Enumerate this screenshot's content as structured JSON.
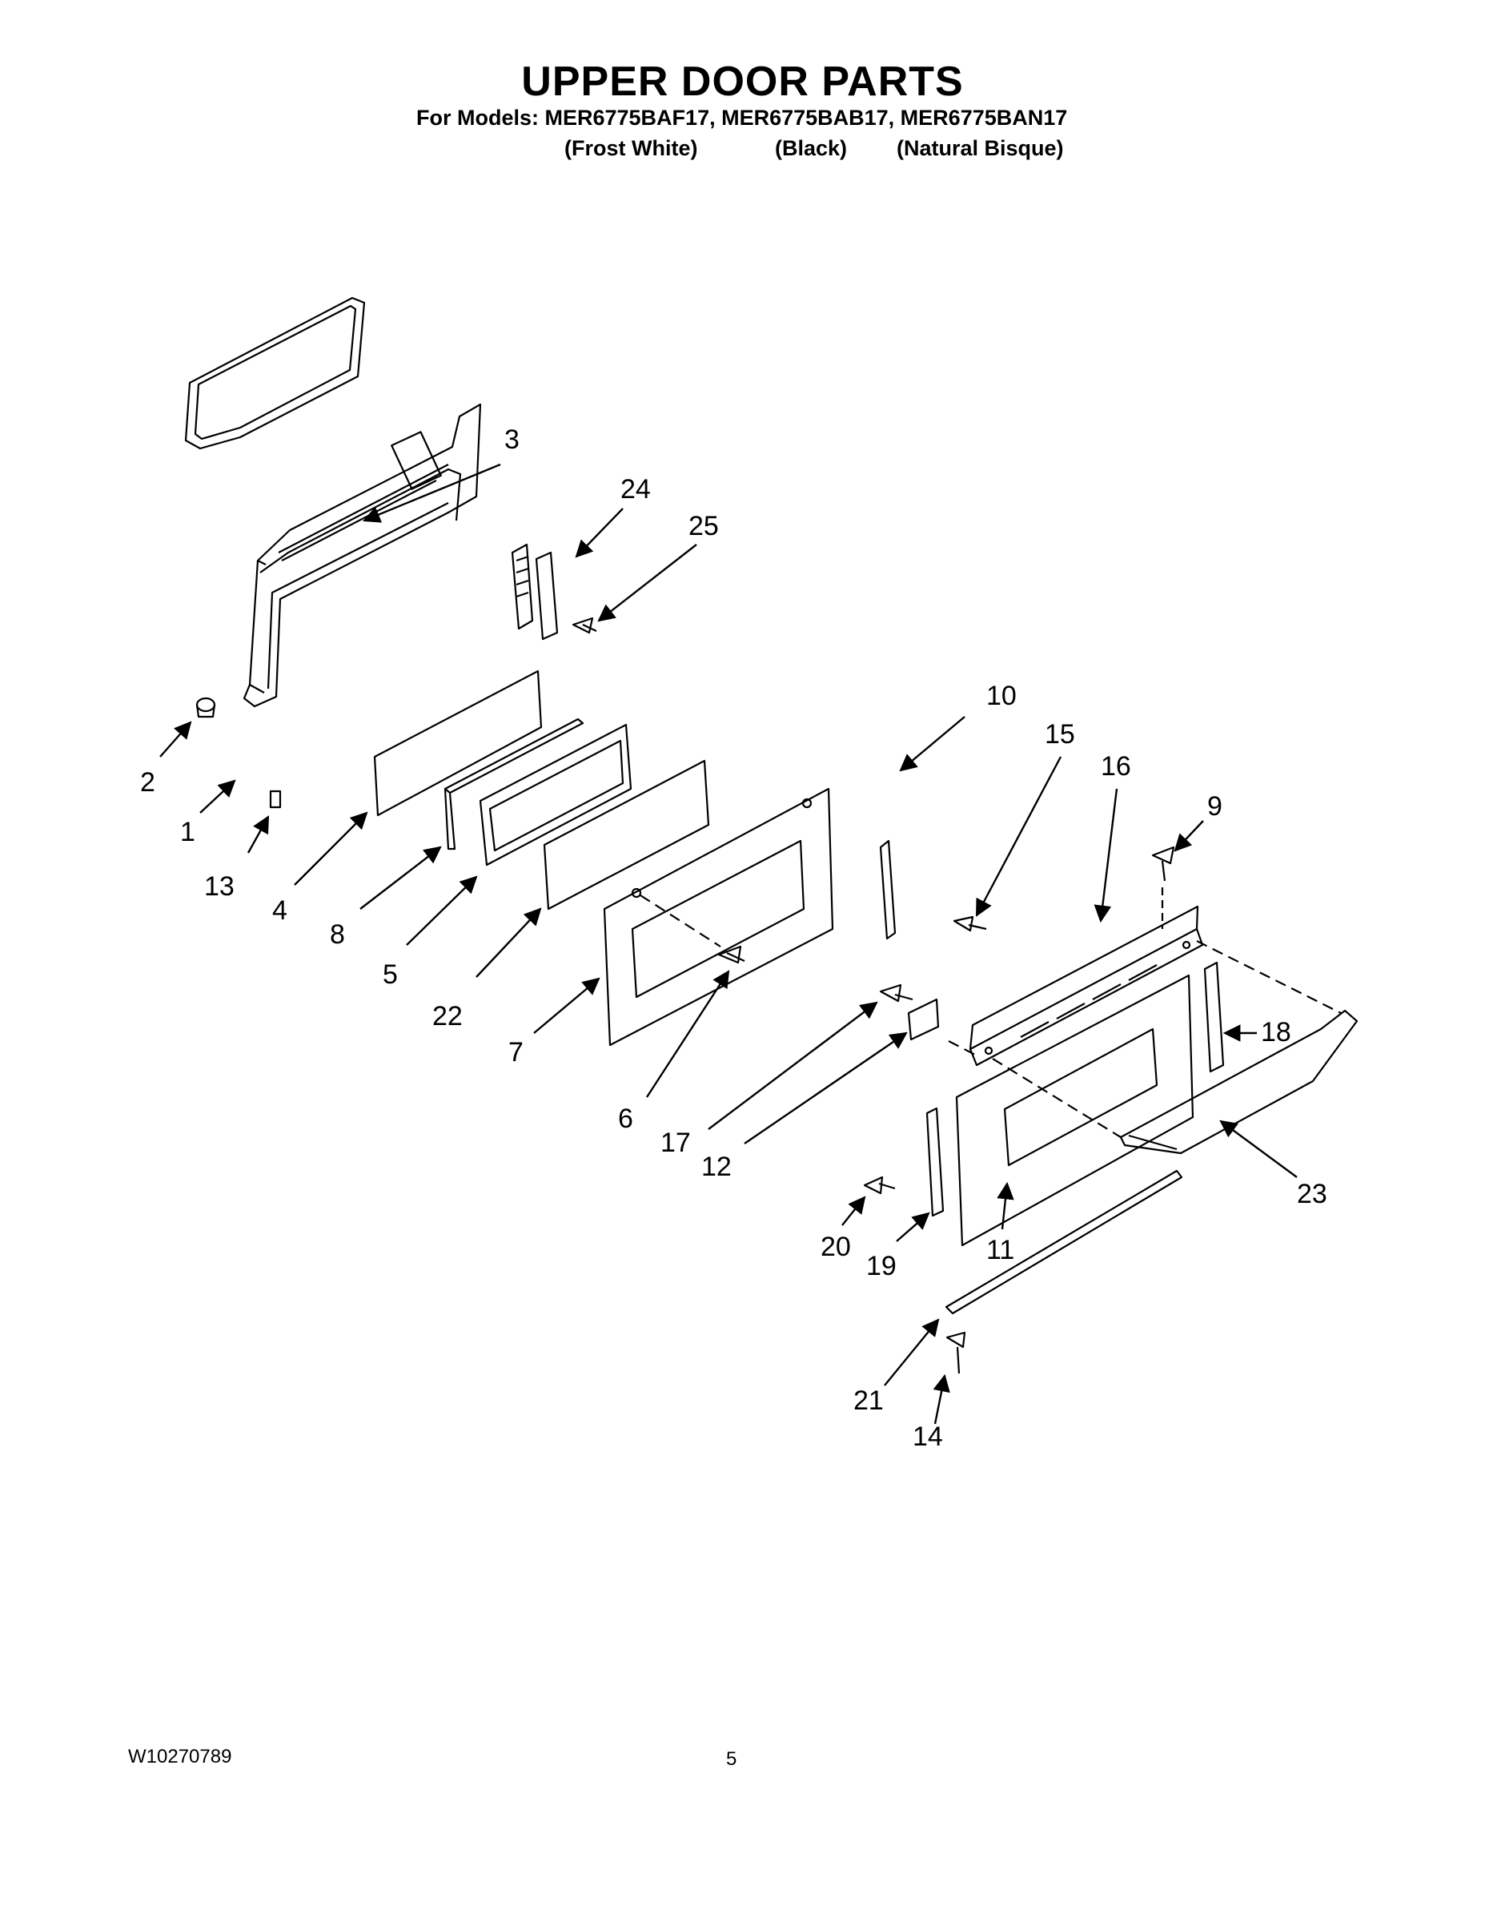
{
  "header": {
    "title": "UPPER DOOR PARTS",
    "models_line": "For Models: MER6775BAF17, MER6775BAB17, MER6775BAN17",
    "variants": [
      "(Frost White)",
      "(Black)",
      "(Natural Bisque)"
    ]
  },
  "callouts": [
    "1",
    "2",
    "3",
    "4",
    "5",
    "6",
    "7",
    "8",
    "9",
    "10",
    "11",
    "12",
    "13",
    "14",
    "15",
    "16",
    "17",
    "18",
    "19",
    "20",
    "21",
    "22",
    "23",
    "24",
    "25"
  ],
  "footer": {
    "doc_number": "W10270789",
    "page_number": "5"
  }
}
